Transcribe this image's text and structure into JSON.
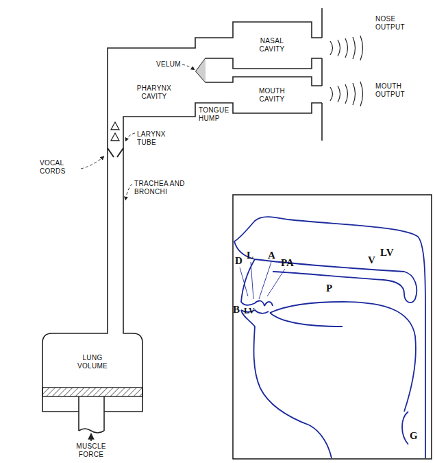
{
  "diagram": {
    "nodes": [
      {
        "text": [
          "NASAL CAVITY"
        ]
      },
      {
        "text": [
          "PHARYNX CAVITY"
        ]
      },
      {
        "text": [
          "MOUTH CAVITY"
        ]
      },
      {
        "text": [
          "LUNG VOLUME"
        ]
      }
    ],
    "labels": [
      "VOCAL CORDS",
      "LARYNX TUBE",
      "TRACHEA AND BRONCHI",
      "VELUM",
      "TONGUE HUMP",
      "NOSE OUTPUT",
      "MOUTH OUTPUT",
      "MUSCLE FORCE",
      "D",
      "L",
      "A",
      "PA",
      "V",
      "LV",
      "P",
      "B",
      "LV",
      "G"
    ]
  }
}
